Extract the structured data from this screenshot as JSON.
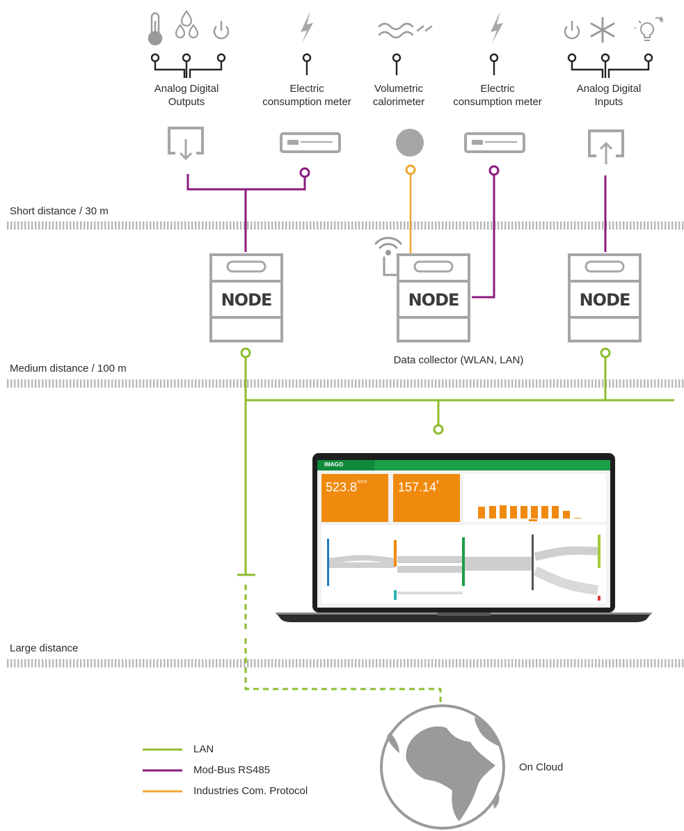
{
  "sensors": {
    "analog_digital_outputs": "Analog Digital\nOutputs",
    "electric_meter_1": "Electric\nconsumption meter",
    "volumetric_calorimeter": "Volumetric\ncalorimeter",
    "electric_meter_2": "Electric\nconsumption meter",
    "analog_digital_inputs": "Analog Digital\nInputs"
  },
  "zones": {
    "short": "Short distance / 30 m",
    "medium": "Medium distance / 100 m",
    "large": "Large distance"
  },
  "nodes": {
    "logo_text": "NODE",
    "data_collector_label": "Data collector (WLAN, LAN)"
  },
  "dashboard": {
    "app_name": "IMAGO",
    "kpi_1": "523.8",
    "kpi_1_unit": "Sm³/t",
    "kpi_2": "157.14",
    "kpi_2_unit": "€"
  },
  "cloud": {
    "label": "On Cloud"
  },
  "legend": [
    {
      "label": "LAN",
      "color": "#8cbd2e"
    },
    {
      "label": "Mod-Bus RS485",
      "color": "#8c1a7e"
    },
    {
      "label": "Industries Com. Protocol",
      "color": "#f0a830"
    }
  ],
  "colors": {
    "lan": "#8cbd2e",
    "modbus": "#8c1a7e",
    "industrial": "#f0a830",
    "device_gray": "#a7a7a7",
    "dashboard_green": "#1aa046",
    "kpi_orange": "#f08a0e"
  }
}
